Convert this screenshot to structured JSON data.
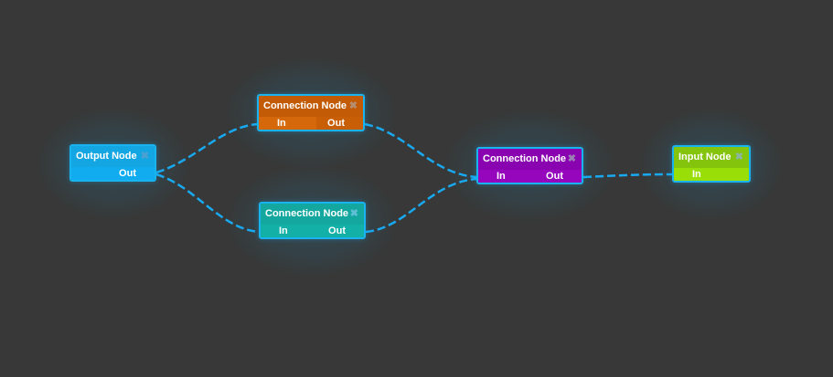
{
  "colors": {
    "background": "#373837",
    "wire": "#19a9f0",
    "node_border": "#19b3f0"
  },
  "nodes": [
    {
      "id": "output",
      "title": "Output Node",
      "close_icon": "close-icon",
      "close_glyph": "✖",
      "ports_in": [],
      "ports_out": [
        "Out"
      ],
      "header_color": "#14a6e2"
    },
    {
      "id": "conn-orange",
      "title": "Connection Node",
      "close_icon": "close-icon",
      "close_glyph": "✖",
      "ports_in": [
        "In"
      ],
      "ports_out": [
        "Out"
      ],
      "header_color": "#c25a06"
    },
    {
      "id": "conn-teal",
      "title": "Connection Node",
      "close_icon": "close-icon",
      "close_glyph": "✖",
      "ports_in": [
        "In"
      ],
      "ports_out": [
        "Out"
      ],
      "header_color": "#13a79f"
    },
    {
      "id": "conn-purple",
      "title": "Connection Node",
      "close_icon": "close-icon",
      "close_glyph": "✖",
      "ports_in": [
        "In"
      ],
      "ports_out": [
        "Out"
      ],
      "header_color": "#8a03b0"
    },
    {
      "id": "input",
      "title": "Input Node",
      "close_icon": "close-icon",
      "close_glyph": "✖",
      "ports_in": [
        "In"
      ],
      "ports_out": [],
      "header_color": "#84c40c"
    }
  ]
}
